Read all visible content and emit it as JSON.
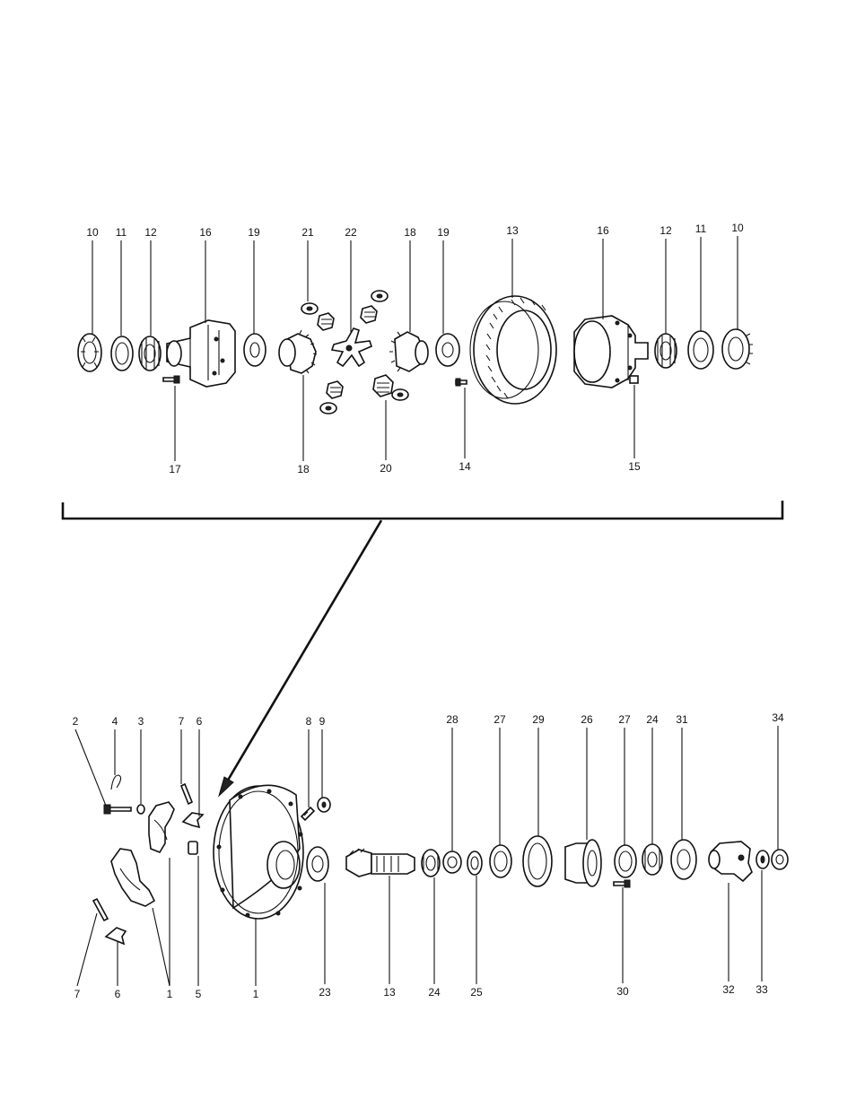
{
  "diagram": {
    "top_assembly_callouts": {
      "above": [
        "10",
        "11",
        "12",
        "16",
        "19",
        "21",
        "22",
        "18",
        "19",
        "13",
        "16",
        "12",
        "11",
        "10"
      ],
      "below": [
        "17",
        "18",
        "20",
        "14",
        "15"
      ]
    },
    "bottom_assembly_callouts": {
      "above": [
        "2",
        "4",
        "3",
        "7",
        "6",
        "8",
        "9",
        "28",
        "27",
        "29",
        "26",
        "27",
        "24",
        "31",
        "34"
      ],
      "below": [
        "7",
        "6",
        "1",
        "5",
        "1",
        "23",
        "13",
        "24",
        "25",
        "30",
        "32",
        "33"
      ]
    }
  }
}
